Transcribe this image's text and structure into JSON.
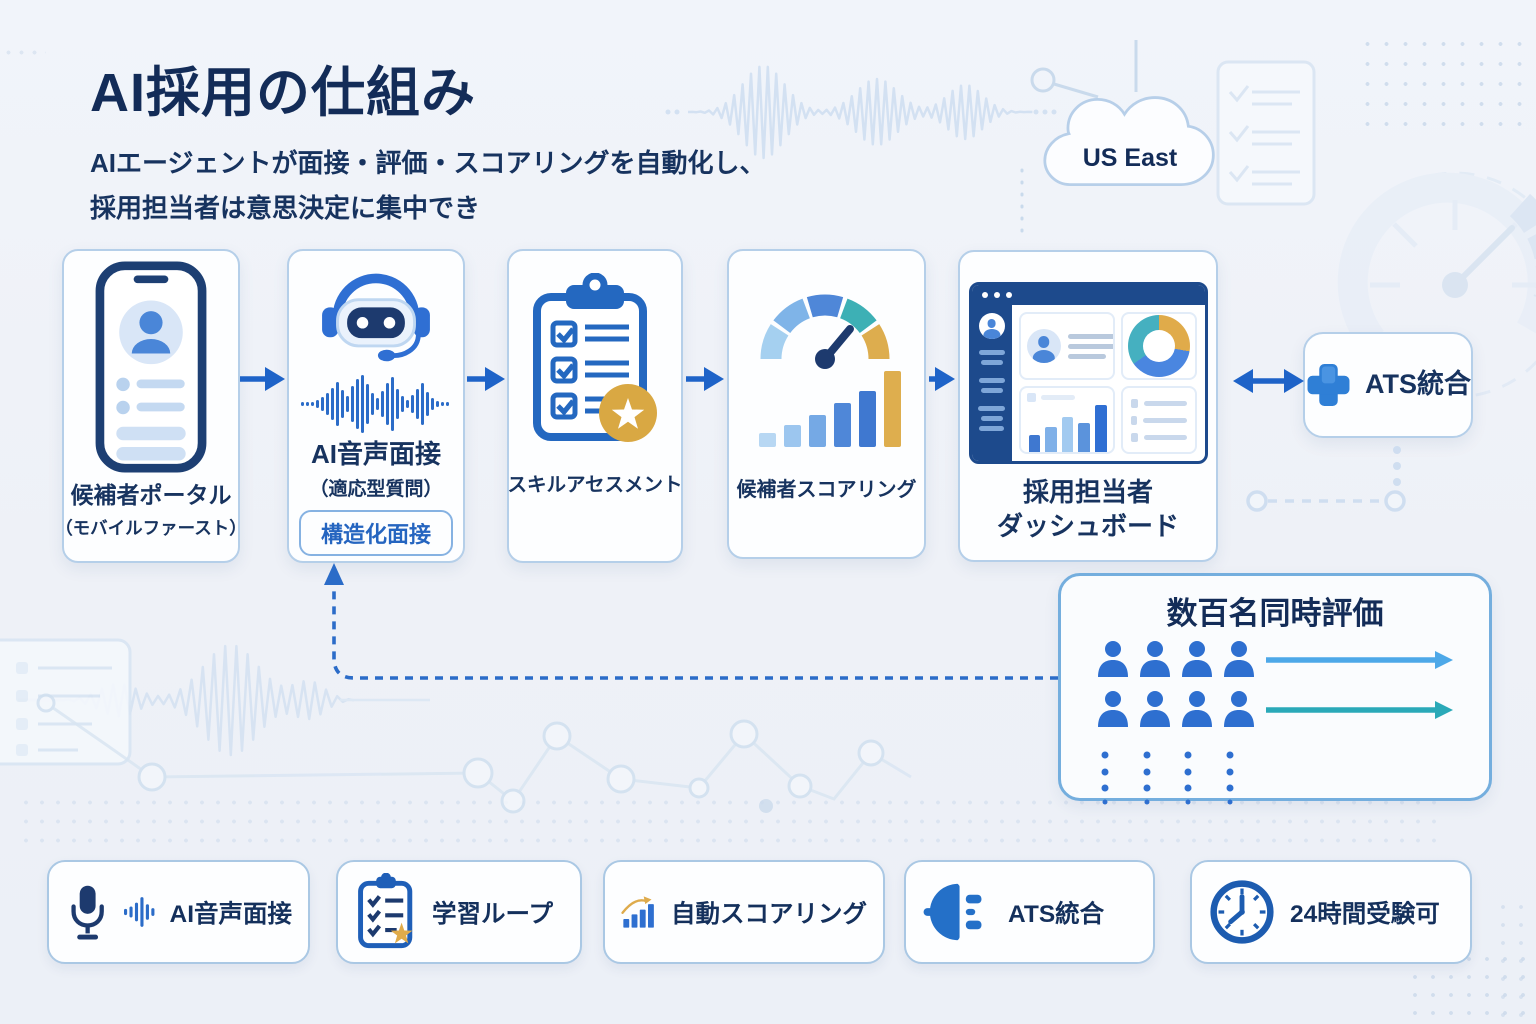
{
  "header": {
    "title": "AI採用の仕組み",
    "subtitle_line1": "AIエージェントが面接・評価・スコアリングを自動化し、",
    "subtitle_line2": "採用担当者は意思決定に集中でき"
  },
  "cloud": {
    "label": "US East"
  },
  "flow": {
    "cards": [
      {
        "title": "候補者ポータル",
        "subtitle": "（モバイルファースト）",
        "icon": "smartphone-candidate-profile-icon"
      },
      {
        "title": "AI音声面接",
        "subtitle": "（適応型質問）",
        "badge": "構造化面接",
        "icon": "ai-robot-headset-icon"
      },
      {
        "title": "スキルアセスメント",
        "icon": "skills-checklist-clipboard-icon"
      },
      {
        "title": "候補者スコアリング",
        "icon": "score-gauge-bars-icon"
      },
      {
        "title_line1": "採用担当者",
        "title_line2": "ダッシュボード",
        "icon": "recruiter-dashboard-icon"
      }
    ]
  },
  "ats": {
    "label": "ATS統合",
    "icon": "plus-integration-icon"
  },
  "batch": {
    "title": "数百名同時評価"
  },
  "features": [
    {
      "label": "AI音声面接",
      "icon": "microphone-icon"
    },
    {
      "label": "学習ループ",
      "icon": "clipboard-star-icon"
    },
    {
      "label": "自動スコアリング",
      "icon": "rising-bar-chart-icon"
    },
    {
      "label": "ATS統合",
      "icon": "plug-icon"
    },
    {
      "label": "24時間受験可",
      "icon": "clock-icon"
    }
  ],
  "colors": {
    "background": "#eef1f7",
    "navy_text": "#16325f",
    "arrow_blue": "#1e63c8",
    "accent_blue": "#2f6fd3",
    "gold": "#ddab4c",
    "teal": "#36afb8",
    "light_blue_arrow": "#4da8e8",
    "card_border": "#b5cfe9",
    "badge_blue": "#2565c0"
  }
}
